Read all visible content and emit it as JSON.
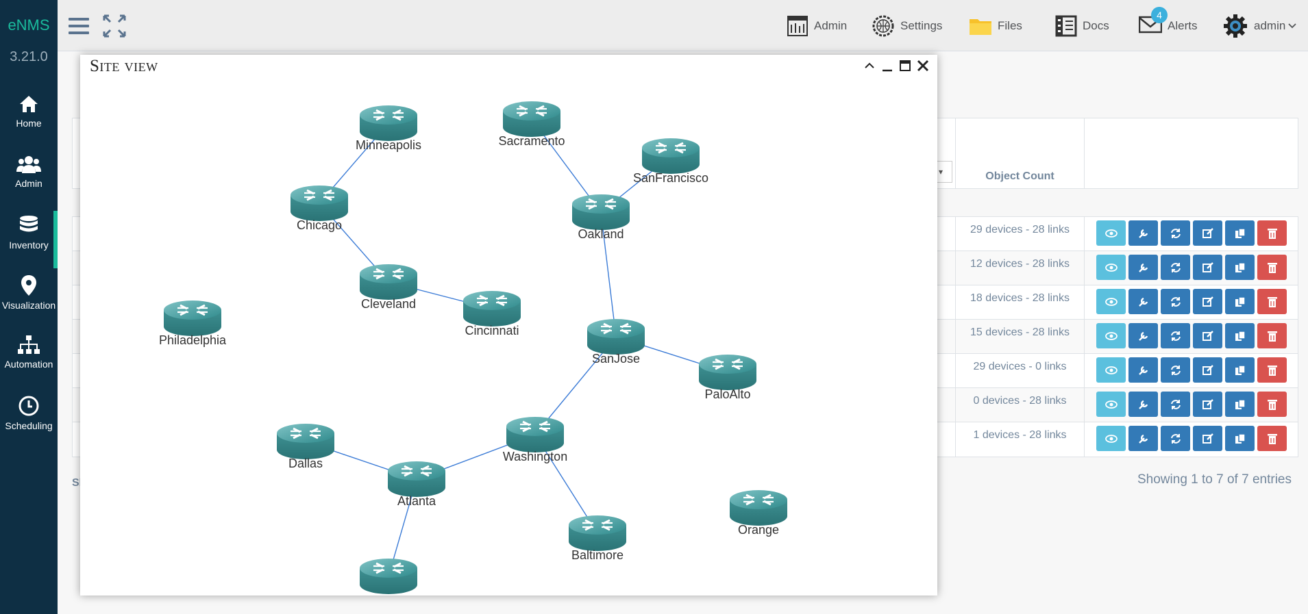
{
  "app": {
    "brand": "eNMS",
    "version": "3.21.0"
  },
  "sidebar": {
    "items": [
      {
        "label": "Home",
        "icon": "home-icon"
      },
      {
        "label": "Admin",
        "icon": "users-icon"
      },
      {
        "label": "Inventory",
        "icon": "database-icon",
        "active": true
      },
      {
        "label": "Visualization",
        "icon": "map-marker-icon"
      },
      {
        "label": "Automation",
        "icon": "sitemap-icon"
      },
      {
        "label": "Scheduling",
        "icon": "clock-icon"
      }
    ]
  },
  "topbar": {
    "admin_label": "Admin",
    "settings_label": "Settings",
    "files_label": "Files",
    "docs_label": "Docs",
    "alerts_label": "Alerts",
    "alerts_count": "4",
    "user_label": "admin"
  },
  "table": {
    "header_object_count": "Object Count",
    "rows": [
      {
        "count": "29 devices - 28 links"
      },
      {
        "count": "12 devices - 28 links"
      },
      {
        "count": "18 devices - 28 links"
      },
      {
        "count": "15 devices - 28 links"
      },
      {
        "count": "29 devices - 0 links"
      },
      {
        "count": "0 devices - 28 links"
      },
      {
        "count": "1 devices - 28 links"
      }
    ],
    "footer_left": "Sh",
    "footer_right": "Showing 1 to 7 of 7 entries"
  },
  "panel": {
    "title": "Site view",
    "nodes": [
      {
        "name": "Minneapolis"
      },
      {
        "name": "Sacramento"
      },
      {
        "name": "SanFrancisco"
      },
      {
        "name": "Chicago"
      },
      {
        "name": "Oakland"
      },
      {
        "name": "Cleveland"
      },
      {
        "name": "Cincinnati"
      },
      {
        "name": "Philadelphia"
      },
      {
        "name": "SanJose"
      },
      {
        "name": "PaloAlto"
      },
      {
        "name": "Dallas"
      },
      {
        "name": "Washington"
      },
      {
        "name": "Atlanta"
      },
      {
        "name": "Orange"
      },
      {
        "name": "Baltimore"
      },
      {
        "name": ""
      }
    ],
    "links": [
      [
        "Minneapolis",
        "Chicago"
      ],
      [
        "Chicago",
        "Cleveland"
      ],
      [
        "Cleveland",
        "Cincinnati"
      ],
      [
        "Sacramento",
        "Oakland"
      ],
      [
        "SanFrancisco",
        "Oakland"
      ],
      [
        "Oakland",
        "SanJose"
      ],
      [
        "SanJose",
        "PaloAlto"
      ],
      [
        "SanJose",
        "Washington"
      ],
      [
        "Washington",
        "Atlanta"
      ],
      [
        "Washington",
        "Baltimore"
      ],
      [
        "Dallas",
        "Atlanta"
      ],
      [
        "Atlanta",
        "node-16"
      ]
    ]
  }
}
